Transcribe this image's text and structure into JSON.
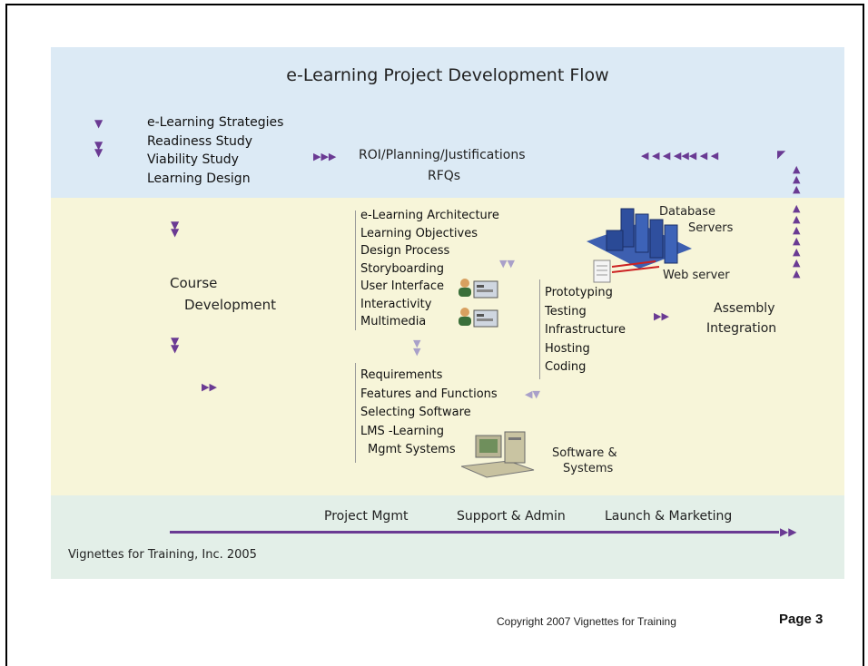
{
  "title": "e-Learning Project Development Flow",
  "top": {
    "stack": [
      "e-Learning Strategies",
      "Readiness Study",
      "Viability Study",
      "Learning Design"
    ],
    "roi": "ROI/Planning/Justifications",
    "rfqs": "RFQs"
  },
  "course": [
    "Course",
    "Development"
  ],
  "architecture": [
    "e-Learning Architecture",
    "Learning Objectives",
    "Design Process",
    "Storyboarding",
    "User Interface",
    "Interactivity",
    "Multimedia"
  ],
  "requirements": [
    "Requirements",
    "Features and Functions",
    "Selecting Software",
    "LMS -Learning",
    "Mgmt Systems"
  ],
  "prototyping": [
    "Prototyping",
    "Testing",
    "Infrastructure",
    "Hosting",
    "Coding"
  ],
  "servers": {
    "database": "Database",
    "servers": "Servers",
    "web": "Web server"
  },
  "assembly": [
    "Assembly",
    "Integration"
  ],
  "software": [
    "Software &",
    "Systems"
  ],
  "bottom": {
    "project_mgmt": "Project Mgmt",
    "support_admin": "Support & Admin",
    "launch_marketing": "Launch & Marketing",
    "credit": "Vignettes for Training, Inc. 2005"
  },
  "footer": {
    "copyright": "Copyright  2007 Vignettes for Training",
    "page": "Page 3"
  },
  "colors": {
    "arrow": "#6a3a93",
    "band_top": "#dceaf5",
    "band_mid": "#f7f5d9",
    "band_bottom": "#e3efe8"
  },
  "icons": [
    "arrow-icon",
    "server-icon",
    "people-icon",
    "computer-icon",
    "document-icon"
  ]
}
